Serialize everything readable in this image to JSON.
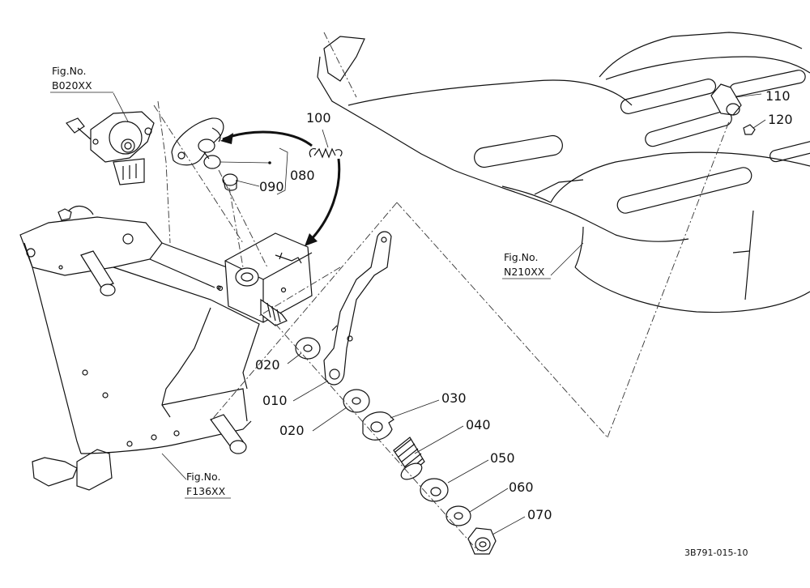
{
  "parts": {
    "p010": "010",
    "p020a": "020",
    "p020b": "020",
    "p030": "030",
    "p040": "040",
    "p050": "050",
    "p060": "060",
    "p070": "070",
    "p080": "080",
    "p090": "090",
    "p100": "100",
    "p110": "110",
    "p120": "120"
  },
  "refs": {
    "b020": {
      "title": "Fig.No.",
      "code": "B020XX"
    },
    "n210": {
      "title": "Fig.No.",
      "code": "N210XX"
    },
    "f136": {
      "title": "Fig.No.",
      "code": "F136XX"
    }
  },
  "drawing_number": "3B791-015-10"
}
